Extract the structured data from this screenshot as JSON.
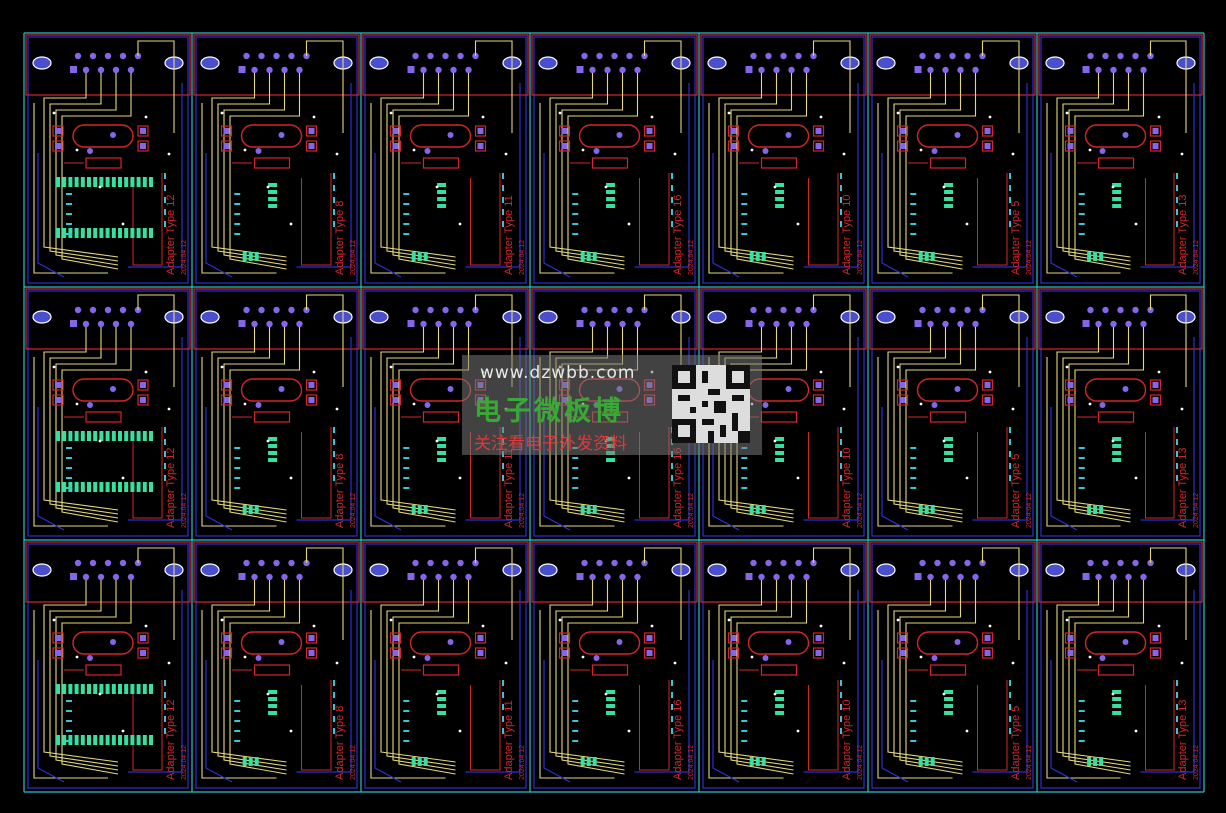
{
  "panel": {
    "rows": 3,
    "columns": [
      "Adapter Type 12",
      "Adapter Type 8",
      "Adapter Type 11",
      "Adapter Type 16",
      "Adapter Type 10",
      "Adapter Type 5",
      "Adapter Type 13"
    ],
    "dates": [
      "2024.04.12",
      "2024.04.12",
      "2024.04.12",
      "2024.04.12",
      "2024.04.12",
      "2024.04.12",
      "2024.04.12"
    ]
  },
  "colors": {
    "outline": "#27c3c9",
    "pad": "#8566e8",
    "oval": "#4a4fd0",
    "trace_yellow": "#e4d87a",
    "trace_blue": "#2b2fd6",
    "trace_red": "#d4262a",
    "smd_green": "#35e0a0",
    "via_cyan": "#35c7d6",
    "label": "#d4262a"
  },
  "watermark": {
    "url": "www.dzwbb.com",
    "title": "电子微板博",
    "subtitle": "关注看电子外发资料",
    "qr_icon": "qr-code-icon"
  }
}
